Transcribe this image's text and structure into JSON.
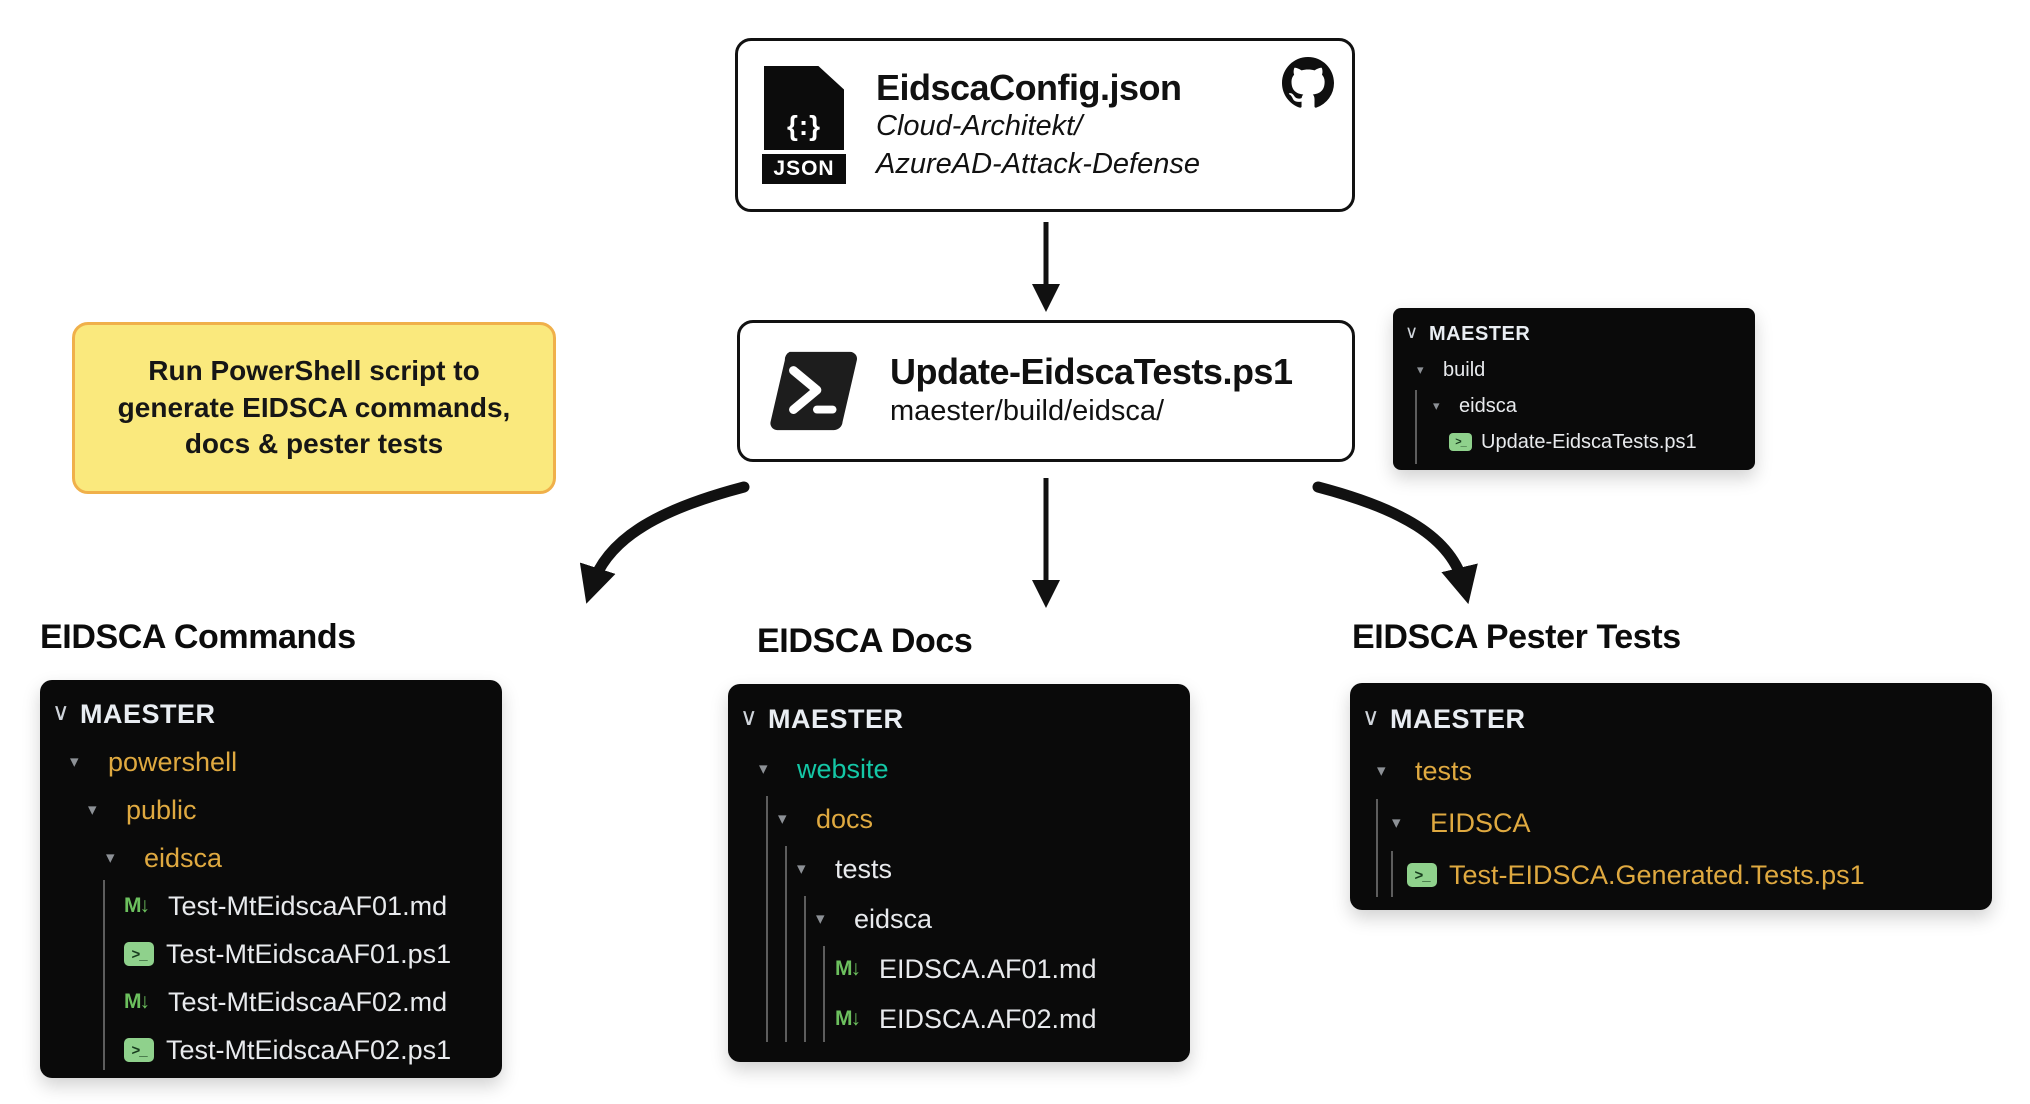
{
  "top_box": {
    "title": "EidscaConfig.json",
    "repo_line1": "Cloud-Architekt/",
    "repo_line2": "AzureAD-Attack-Defense",
    "json_glyph": "{:}",
    "file_type_label": "JSON"
  },
  "script_box": {
    "title": "Update-EidscaTests.ps1",
    "path": "maester/build/eidsca/"
  },
  "note": {
    "line1": "Run PowerShell script to",
    "line2": "generate EIDSCA commands,",
    "line3": "docs & pester tests"
  },
  "sections": {
    "commands_heading": "EIDSCA Commands",
    "docs_heading": "EIDSCA Docs",
    "pester_heading": "EIDSCA Pester Tests"
  },
  "icons": {
    "chevron_down": "∨",
    "expand_triangle": "▾",
    "markdown_glyph": "M↓",
    "terminal_glyph": ">_"
  },
  "colors": {
    "panel_bg": "#0a0a0a",
    "folder_gold": "#DFA940",
    "folder_teal": "#14C7A6",
    "item_white": "#E8EAED",
    "note_fill": "#FAE97D",
    "note_border": "#F0B04A",
    "icon_green": "#8FD18C",
    "arrow_black": "#111111"
  },
  "explorers": {
    "build": {
      "root": "MAESTER",
      "items": [
        {
          "label": "build",
          "kind": "folder",
          "tone": "white",
          "indent": 1
        },
        {
          "label": "eidsca",
          "kind": "folder",
          "tone": "white",
          "indent": 2
        },
        {
          "label": "Update-EidscaTests.ps1",
          "kind": "ps1",
          "tone": "white",
          "indent": 3
        }
      ]
    },
    "commands": {
      "root": "MAESTER",
      "items": [
        {
          "label": "powershell",
          "kind": "folder",
          "tone": "gold",
          "indent": 1
        },
        {
          "label": "public",
          "kind": "folder",
          "tone": "gold",
          "indent": 2
        },
        {
          "label": "eidsca",
          "kind": "folder",
          "tone": "gold",
          "indent": 3
        },
        {
          "label": "Test-MtEidscaAF01.md",
          "kind": "md",
          "tone": "white",
          "indent": 4
        },
        {
          "label": "Test-MtEidscaAF01.ps1",
          "kind": "ps1",
          "tone": "white",
          "indent": 4
        },
        {
          "label": "Test-MtEidscaAF02.md",
          "kind": "md",
          "tone": "white",
          "indent": 4
        },
        {
          "label": "Test-MtEidscaAF02.ps1",
          "kind": "ps1",
          "tone": "white",
          "indent": 4
        }
      ]
    },
    "docs": {
      "root": "MAESTER",
      "items": [
        {
          "label": "website",
          "kind": "folder",
          "tone": "teal",
          "indent": 1
        },
        {
          "label": "docs",
          "kind": "folder",
          "tone": "gold",
          "indent": 2
        },
        {
          "label": "tests",
          "kind": "folder",
          "tone": "white",
          "indent": 3
        },
        {
          "label": "eidsca",
          "kind": "folder",
          "tone": "white",
          "indent": 4
        },
        {
          "label": "EIDSCA.AF01.md",
          "kind": "md",
          "tone": "white",
          "indent": 5
        },
        {
          "label": "EIDSCA.AF02.md",
          "kind": "md",
          "tone": "white",
          "indent": 5
        }
      ]
    },
    "pester": {
      "root": "MAESTER",
      "items": [
        {
          "label": "tests",
          "kind": "folder",
          "tone": "gold",
          "indent": 1
        },
        {
          "label": "EIDSCA",
          "kind": "folder",
          "tone": "gold",
          "indent": 2
        },
        {
          "label": "Test-EIDSCA.Generated.Tests.ps1",
          "kind": "ps1",
          "tone": "gold",
          "indent": 3
        }
      ]
    }
  }
}
